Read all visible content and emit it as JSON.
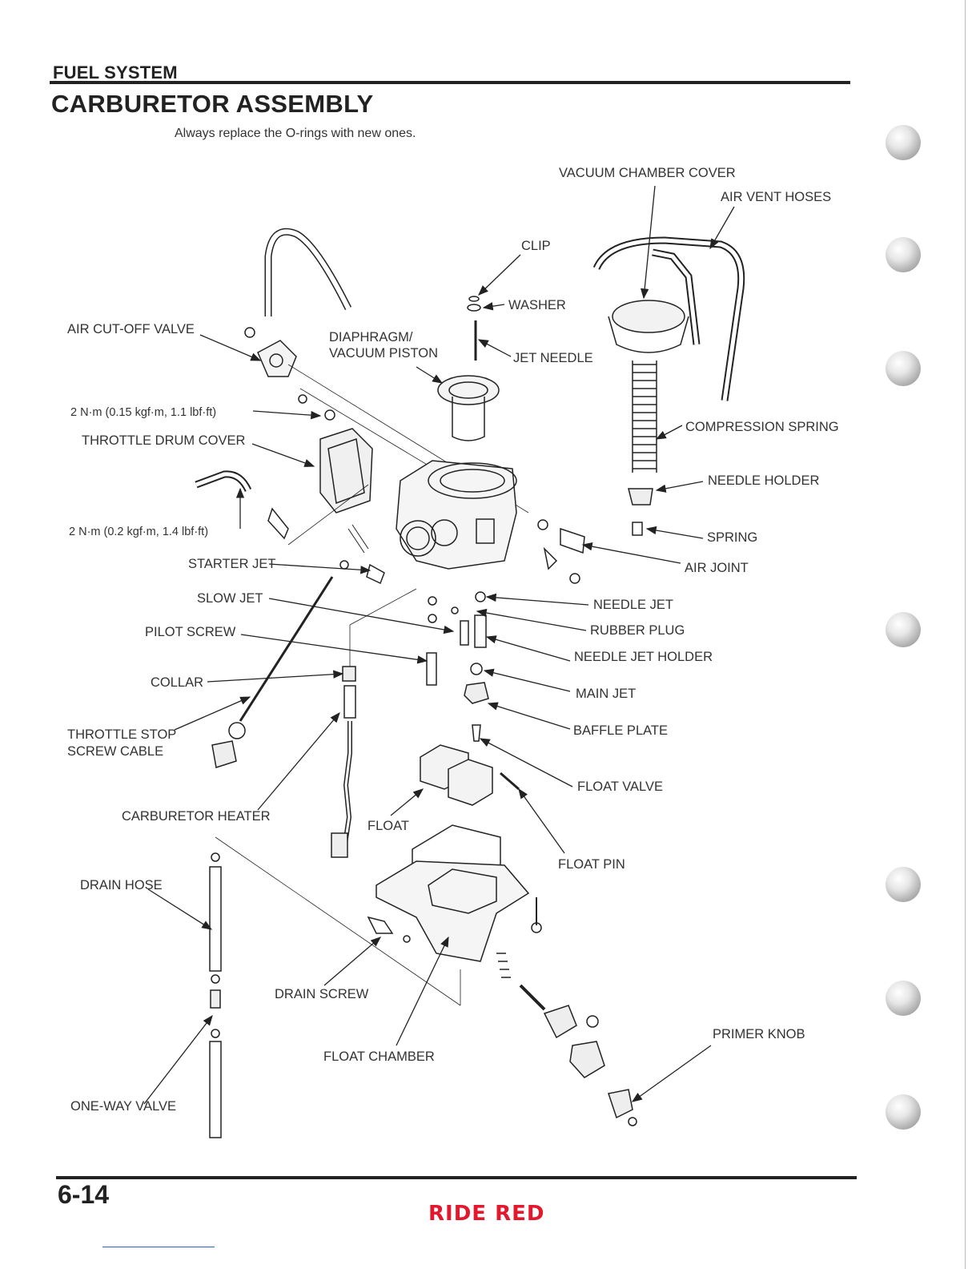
{
  "header": {
    "section": "FUEL SYSTEM",
    "title": "CARBURETOR ASSEMBLY",
    "note": "Always replace the O-rings with new ones."
  },
  "labels": {
    "vacuum_chamber_cover": "VACUUM CHAMBER COVER",
    "air_vent_hoses": "AIR VENT HOSES",
    "clip": "CLIP",
    "washer": "WASHER",
    "jet_needle": "JET NEEDLE",
    "air_cutoff_valve": "AIR CUT-OFF VALVE",
    "diaphragm_line1": "DIAPHRAGM/",
    "diaphragm_line2": "VACUUM PISTON",
    "torque_1": "2 N·m (0.15 kgf·m, 1.1 lbf·ft)",
    "throttle_drum_cover": "THROTTLE DRUM COVER",
    "compression_spring": "COMPRESSION SPRING",
    "needle_holder": "NEEDLE HOLDER",
    "torque_2": "2 N·m (0.2 kgf·m, 1.4 lbf·ft)",
    "spring": "SPRING",
    "air_joint": "AIR JOINT",
    "starter_jet": "STARTER JET",
    "slow_jet": "SLOW JET",
    "needle_jet": "NEEDLE JET",
    "rubber_plug": "RUBBER PLUG",
    "pilot_screw": "PILOT SCREW",
    "needle_jet_holder": "NEEDLE JET HOLDER",
    "collar": "COLLAR",
    "main_jet": "MAIN JET",
    "throttle_stop_line1": "THROTTLE STOP",
    "throttle_stop_line2": "SCREW CABLE",
    "baffle_plate": "BAFFLE PLATE",
    "float_valve": "FLOAT VALVE",
    "carburetor_heater": "CARBURETOR HEATER",
    "float": "FLOAT",
    "float_pin": "FLOAT PIN",
    "drain_hose": "DRAIN HOSE",
    "drain_screw": "DRAIN SCREW",
    "primer_knob": "PRIMER KNOB",
    "float_chamber": "FLOAT CHAMBER",
    "one_way_valve": "ONE-WAY VALVE"
  },
  "footer": {
    "page_number": "6-14",
    "brand": "RIDE RED"
  }
}
